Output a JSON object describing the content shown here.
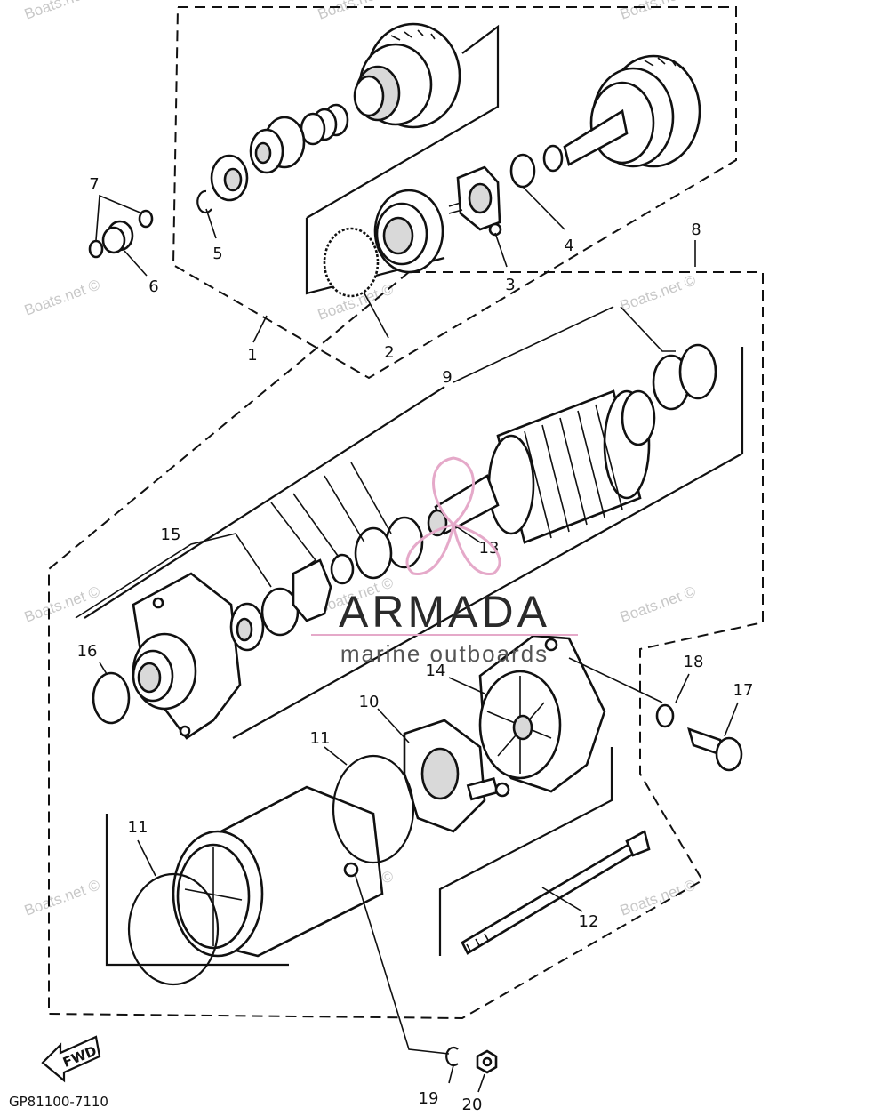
{
  "diagram": {
    "code": "GP81100-7110",
    "direction_label": "FWD",
    "callouts": [
      "1",
      "2",
      "3",
      "4",
      "5",
      "6",
      "7",
      "8",
      "9",
      "10",
      "11",
      "11",
      "12",
      "13",
      "14",
      "15",
      "16",
      "17",
      "18",
      "19",
      "20"
    ]
  },
  "watermark": {
    "text": "Boats.net ©",
    "brand": "ARMADA",
    "tagline": "marine outboards",
    "logo_color": "#e5a9c9"
  }
}
